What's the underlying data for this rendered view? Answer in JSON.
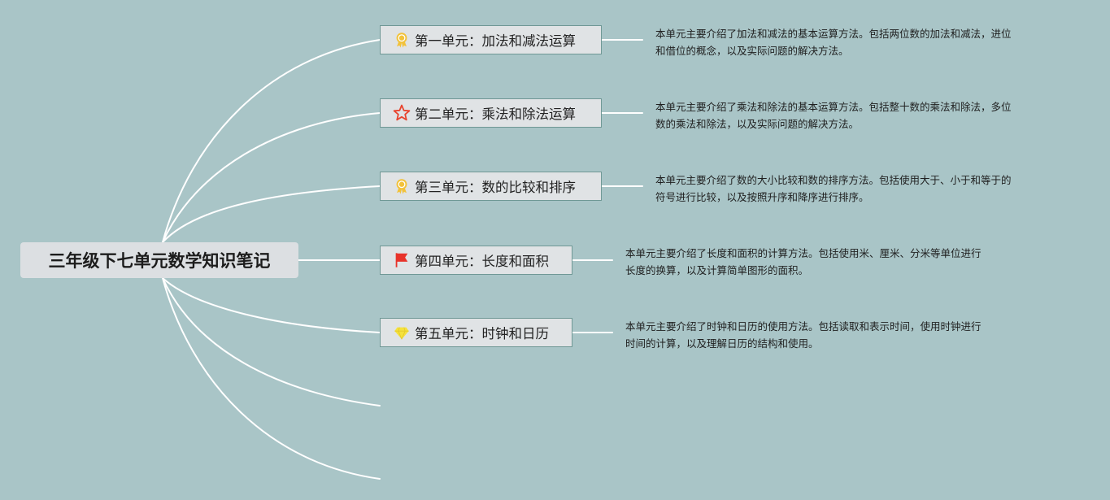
{
  "root": {
    "title": "三年级下七单元数学知识笔记"
  },
  "units": [
    {
      "label": "第一单元：加法和减法运算",
      "icon": "award-ribbon-icon",
      "icon_color": "#f2c23a",
      "desc_lines": [
        "本单元主要介绍了加法和减法的基本运算方法。包括两位数的加法和减法，进位",
        "和借位的概念，以及实际问题的解决方法。"
      ]
    },
    {
      "label": "第二单元：乘法和除法运算",
      "icon": "star-icon",
      "icon_color": "#e8442e",
      "desc_lines": [
        "本单元主要介绍了乘法和除法的基本运算方法。包括整十数的乘法和除法，多位",
        "数的乘法和除法，以及实际问题的解决方法。"
      ]
    },
    {
      "label": "第三单元：数的比较和排序",
      "icon": "award-ribbon-icon",
      "icon_color": "#f2c23a",
      "desc_lines": [
        "本单元主要介绍了数的大小比较和数的排序方法。包括使用大于、小于和等于的",
        "符号进行比较，以及按照升序和降序进行排序。"
      ]
    },
    {
      "label": "第四单元：长度和面积",
      "icon": "flag-icon",
      "icon_color": "#e8332a",
      "desc_lines": [
        "本单元主要介绍了长度和面积的计算方法。包括使用米、厘米、分米等单位进行",
        "长度的换算，以及计算简单图形的面积。"
      ]
    },
    {
      "label": "第五单元：时钟和日历",
      "icon": "gem-icon",
      "icon_color": "#f5e23c",
      "desc_lines": [
        "本单元主要介绍了时钟和日历的使用方法。包括读取和表示时间，使用时钟进行",
        "时间的计算，以及理解日历的结构和使用。"
      ]
    }
  ]
}
